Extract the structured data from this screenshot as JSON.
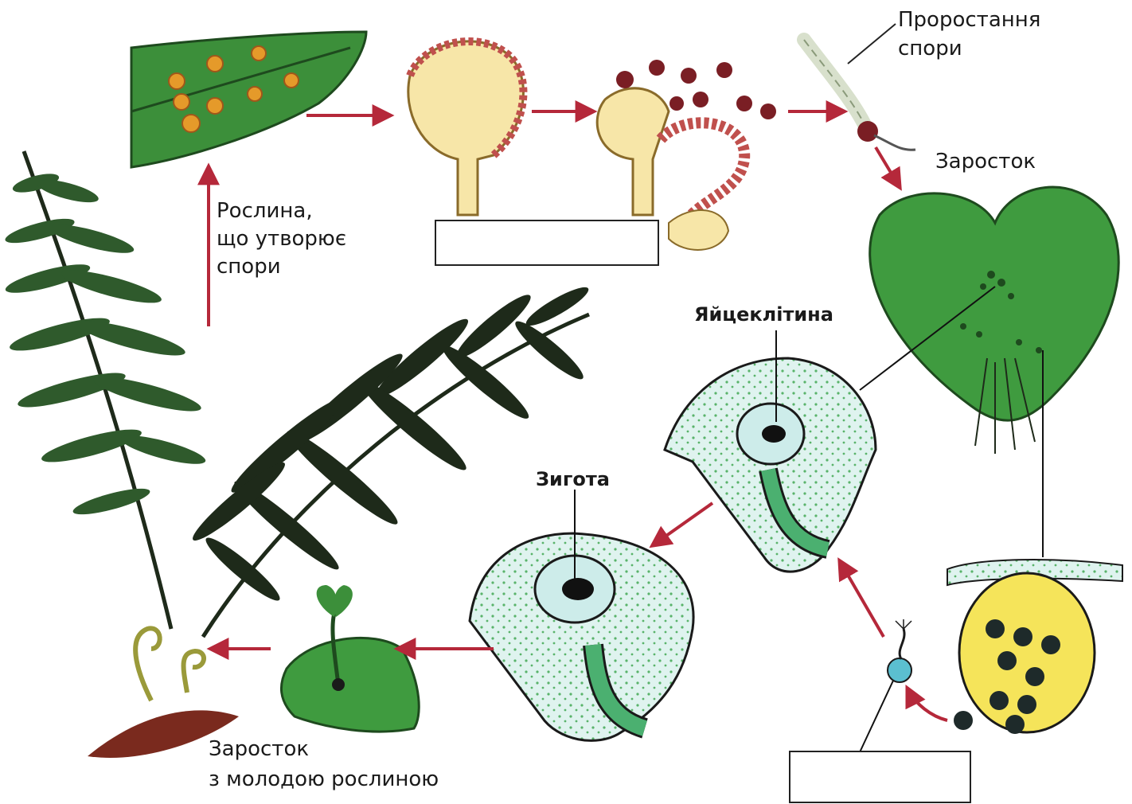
{
  "labels": {
    "spore_plant": [
      "Рослина,",
      "що утворює",
      "спори"
    ],
    "spore_germination": [
      "Проростання",
      "спори"
    ],
    "prothallus": "Заросток",
    "egg_cell": "Яйцеклітина",
    "zygote": "Зигота",
    "prothallus_young": [
      "Заросток",
      "з молодою рослиною"
    ]
  },
  "blank_boxes": [
    "",
    ""
  ],
  "colors": {
    "arrow": "#b5283a",
    "leaf_dark": "#1e2a1a",
    "leaf_green": "#3c8f3a",
    "prothallus_green": "#3f9b3f",
    "sporangium_red": "#c0504d",
    "cell_light": "#cdecea"
  }
}
